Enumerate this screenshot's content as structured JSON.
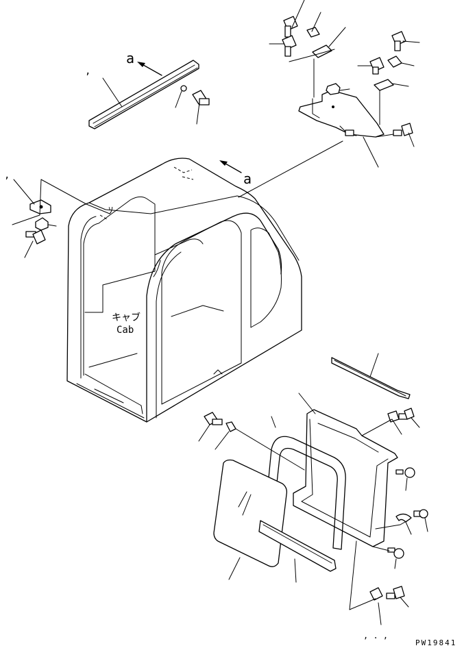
{
  "labels": {
    "view_letter_top": "a",
    "view_letter_cab": "a",
    "cab_jp": "キャブ",
    "cab_en": "Cab",
    "comma_left_top": ",",
    "comma_left_mid": ",",
    "comma_bottom": ", . ,",
    "cab_mark": "ｿ"
  },
  "drawing_code": "PW19841"
}
